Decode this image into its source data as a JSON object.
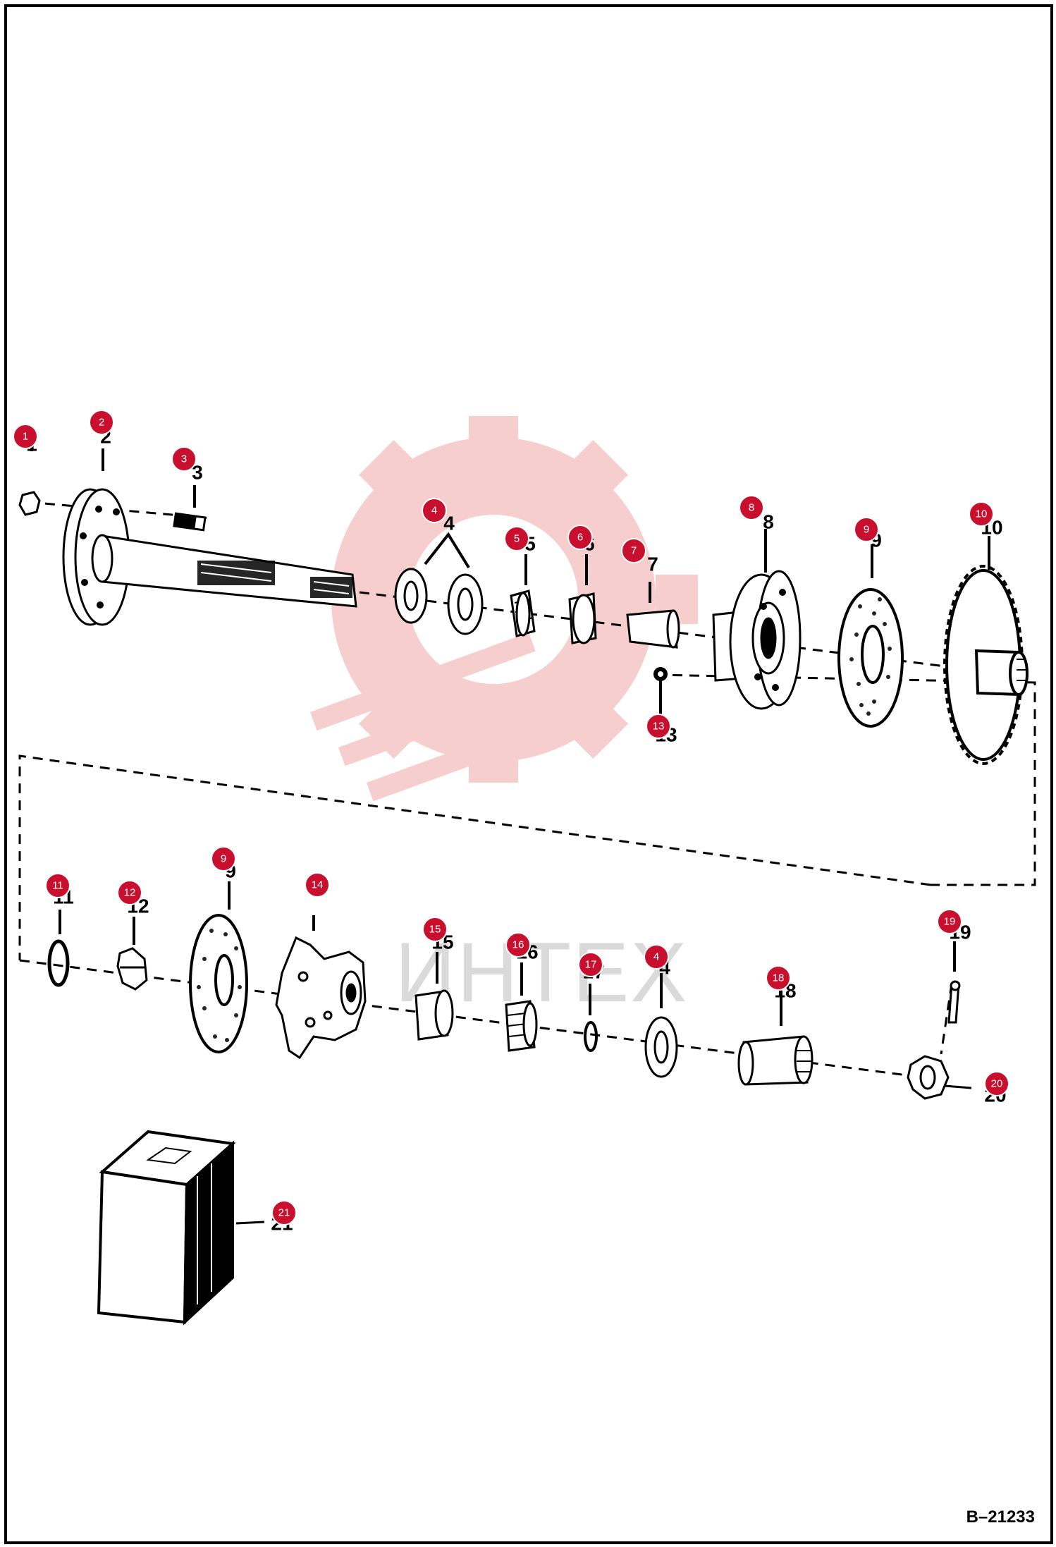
{
  "drawing_number": "B–21233",
  "watermark": "ИНТЕХ",
  "colors": {
    "callout_fill": "#c8102e",
    "watermark_gear": "#f6c9c9",
    "line": "#000000"
  },
  "callouts": [
    {
      "n": "1"
    },
    {
      "n": "2"
    },
    {
      "n": "3"
    },
    {
      "n": "4"
    },
    {
      "n": "5"
    },
    {
      "n": "6"
    },
    {
      "n": "7"
    },
    {
      "n": "8"
    },
    {
      "n": "9"
    },
    {
      "n": "10"
    },
    {
      "n": "13"
    },
    {
      "n": "11"
    },
    {
      "n": "12"
    },
    {
      "n": "9"
    },
    {
      "n": "14"
    },
    {
      "n": "15"
    },
    {
      "n": "16"
    },
    {
      "n": "17"
    },
    {
      "n": "4"
    },
    {
      "n": "18"
    },
    {
      "n": "19"
    },
    {
      "n": "20"
    },
    {
      "n": "21"
    }
  ]
}
